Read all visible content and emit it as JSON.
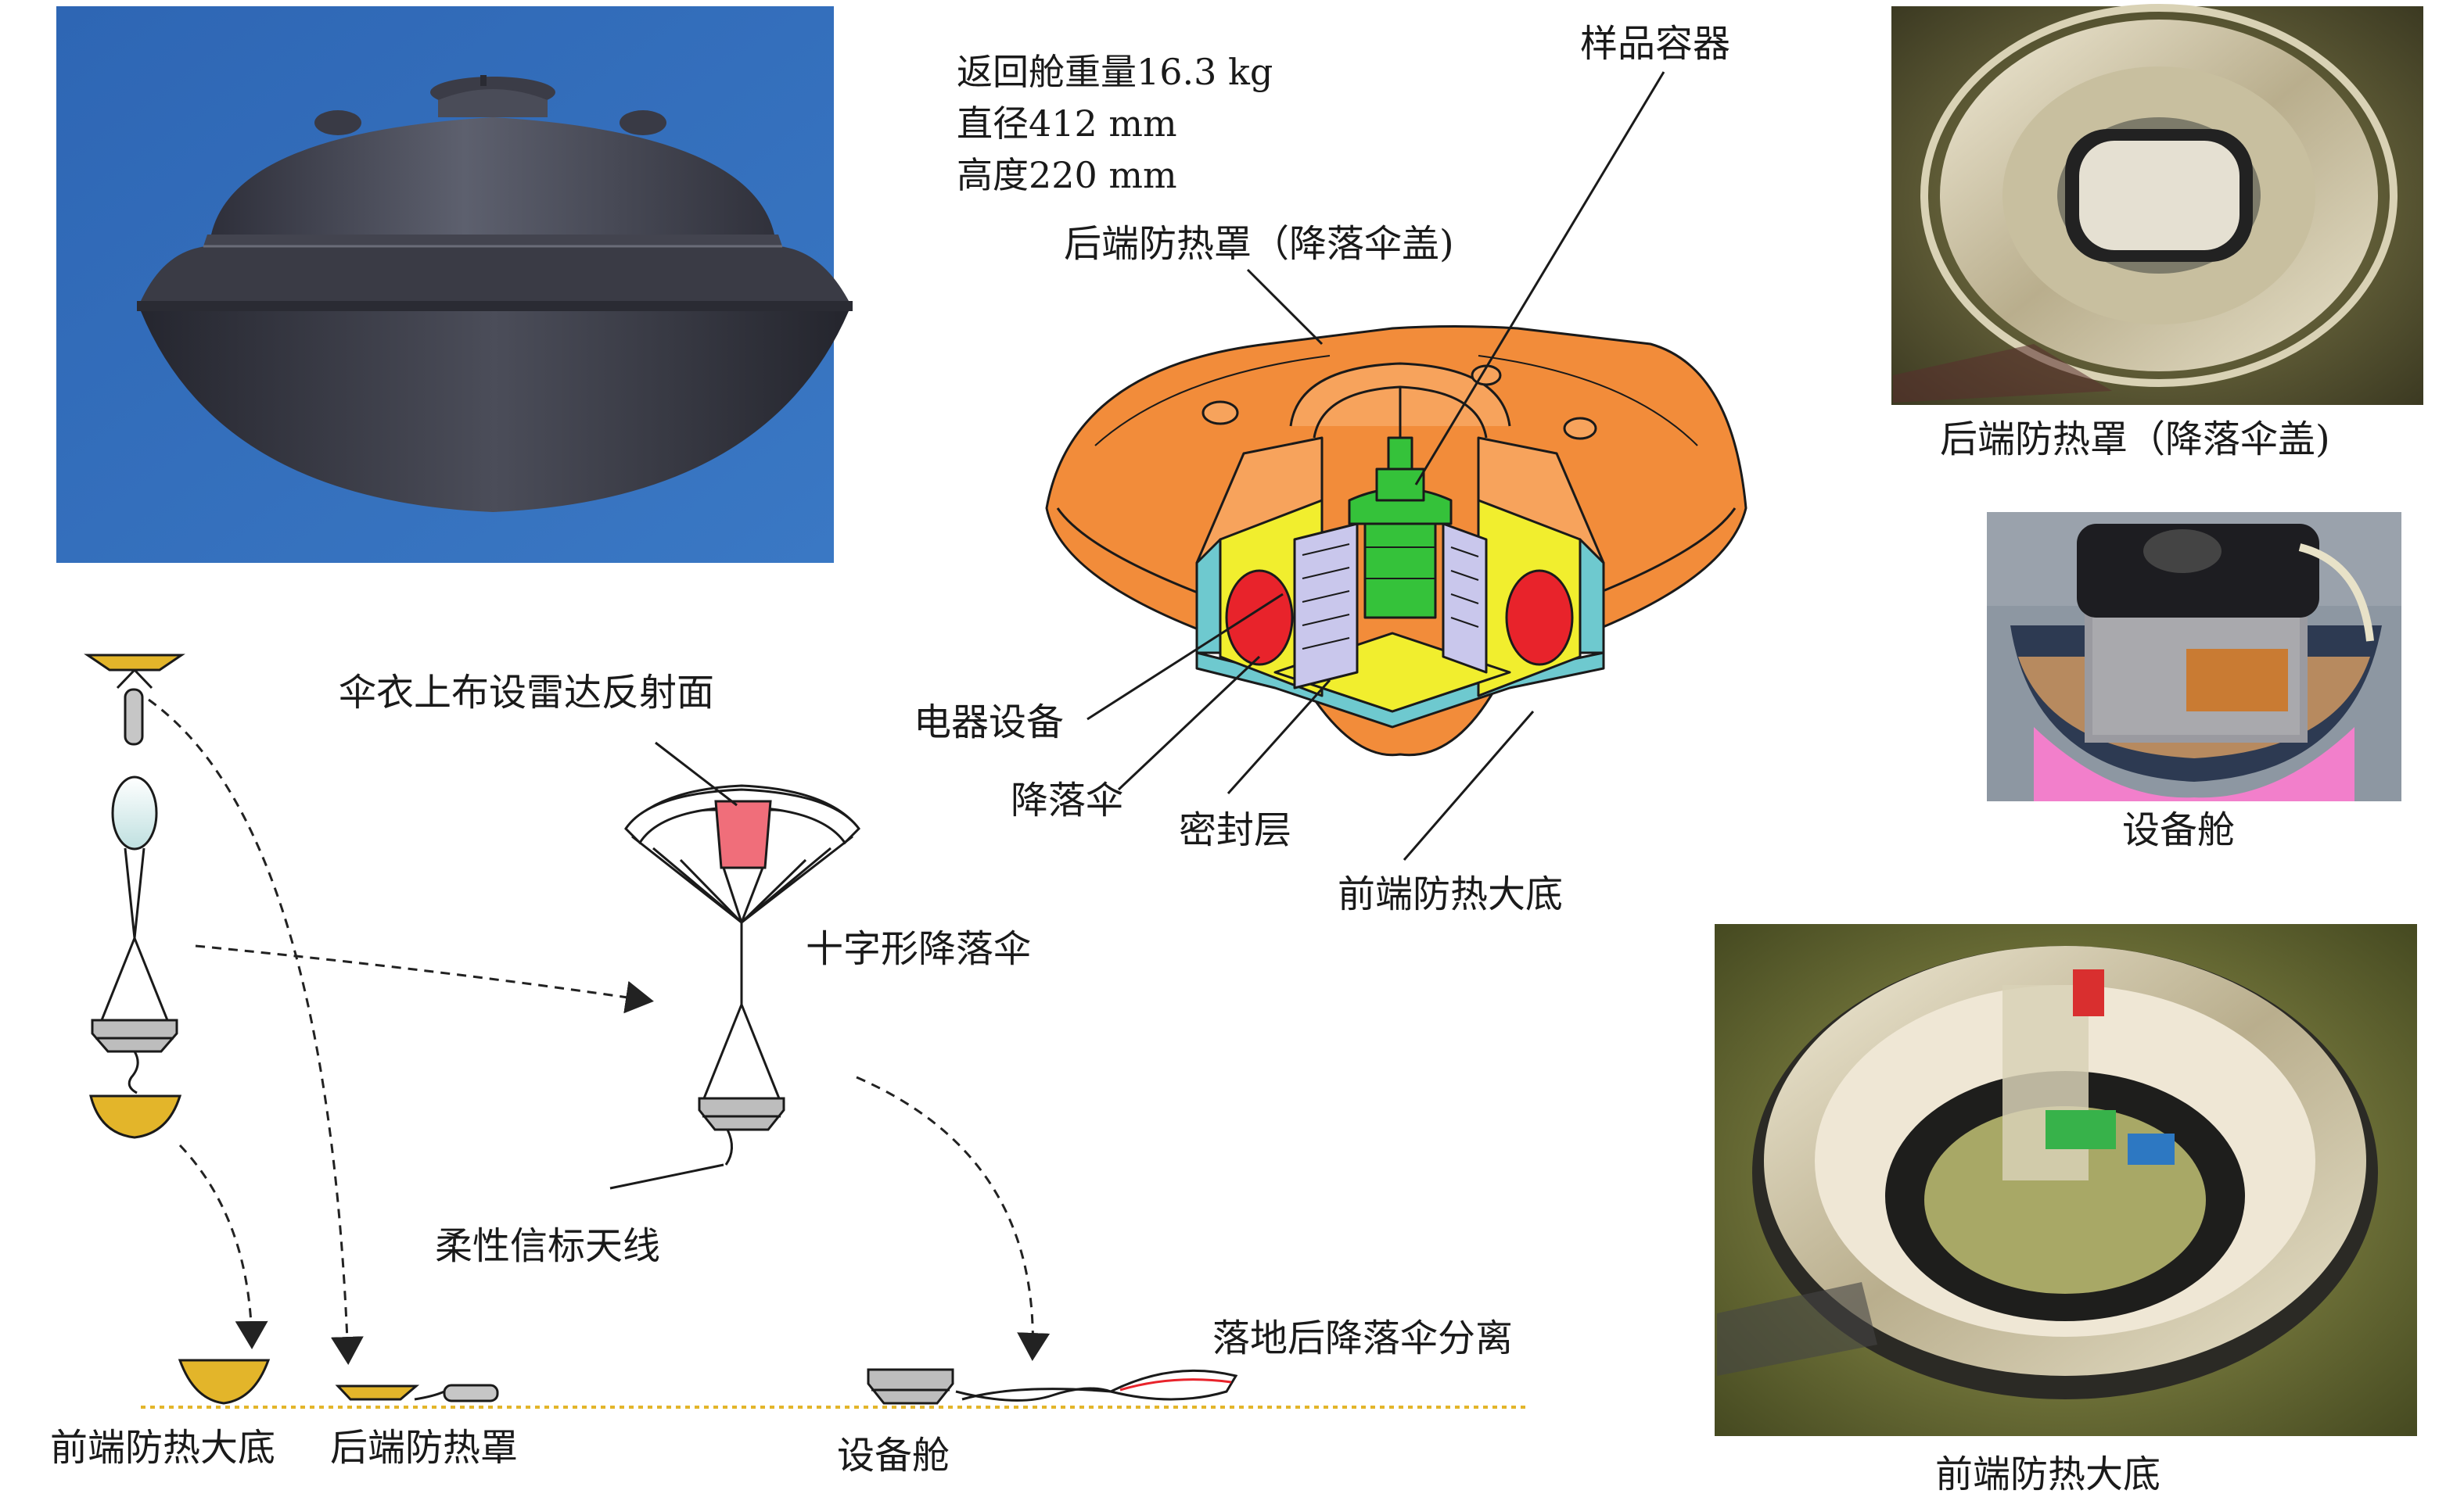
{
  "specs": {
    "mass": "返回舱重量16.3 kg",
    "diameter": "直径412 mm",
    "height": "高度220 mm"
  },
  "labels": {
    "sample_container": "样品容器",
    "back_shell": "后端防热罩（降落伞盖)",
    "electronics": "电器设备",
    "parachute": "降落伞",
    "seal_layer": "密封层",
    "front_heatshield": "前端防热大底"
  },
  "sequence": {
    "radar_reflector": "伞衣上布设雷达反射面",
    "cross_parachute": "十字形降落伞",
    "beacon_antenna": "柔性信标天线",
    "separation": "落地后降落伞分离",
    "ground_front": "前端防热大底",
    "ground_back": "后端防热罩",
    "ground_equipment": "设备舱"
  },
  "photos": {
    "back_shell_caption": "后端防热罩（降落伞盖)",
    "equipment_caption": "设备舱",
    "front_caption": "前端防热大底"
  },
  "colors": {
    "orange": "#f28c3a",
    "green": "#35c23a",
    "yellow": "#f1ee2e",
    "cyan": "#6ec9cf",
    "red": "#e8232b",
    "lavender": "#c9c7ec",
    "gold": "#e3b52a",
    "pink": "#f06e7a"
  }
}
